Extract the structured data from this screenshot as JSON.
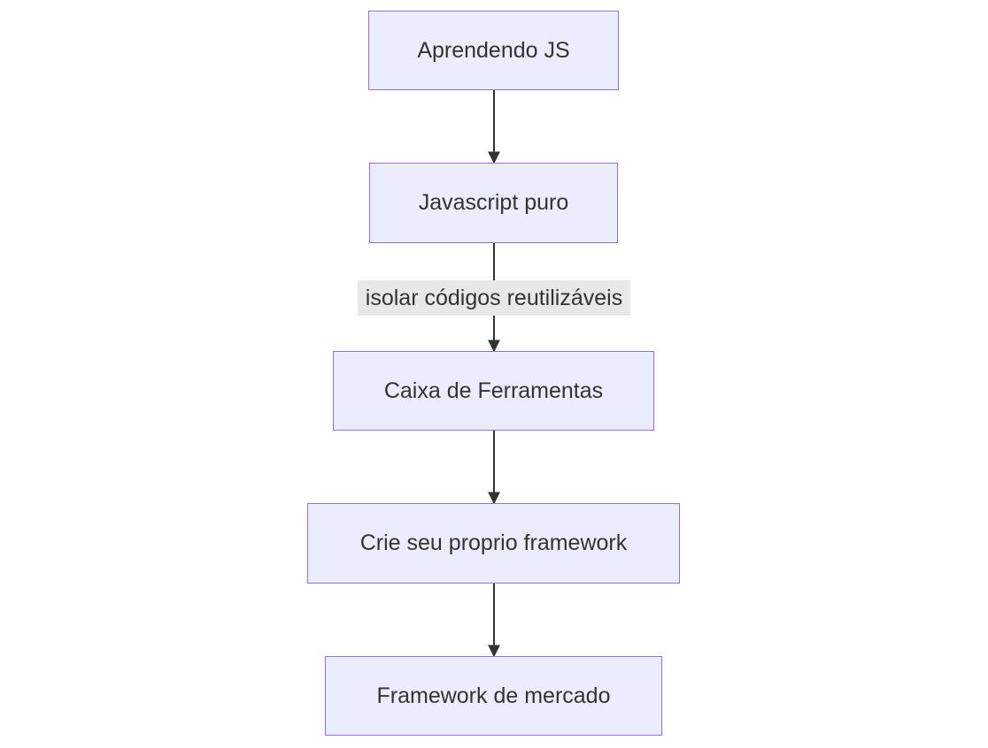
{
  "nodes": [
    {
      "id": "A",
      "label": "Aprendendo JS"
    },
    {
      "id": "B",
      "label": "Javascript puro"
    },
    {
      "id": "C",
      "label": "Caixa de Ferramentas"
    },
    {
      "id": "D",
      "label": "Crie seu proprio framework"
    },
    {
      "id": "E",
      "label": "Framework de mercado"
    }
  ],
  "edges": [
    {
      "from": "A",
      "to": "B",
      "label": ""
    },
    {
      "from": "B",
      "to": "C",
      "label": "isolar códigos reutilizáveis"
    },
    {
      "from": "C",
      "to": "D",
      "label": ""
    },
    {
      "from": "D",
      "to": "E",
      "label": ""
    }
  ],
  "colors": {
    "node_fill": "#ececff",
    "node_stroke": "#9370db",
    "edge": "#333333",
    "edge_label_bg": "#e8e8e8",
    "text": "#333333"
  }
}
